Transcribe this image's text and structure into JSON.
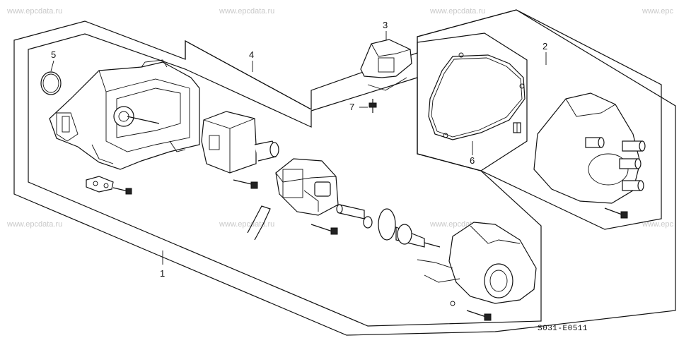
{
  "watermark": "www.epcdata.ru",
  "watermark_partial": "www.epc",
  "callouts": {
    "c1": "1",
    "c2": "2",
    "c3": "3",
    "c4": "4",
    "c5": "5",
    "c6": "6",
    "c7": "7"
  },
  "diagram_code": "S031-E0511"
}
